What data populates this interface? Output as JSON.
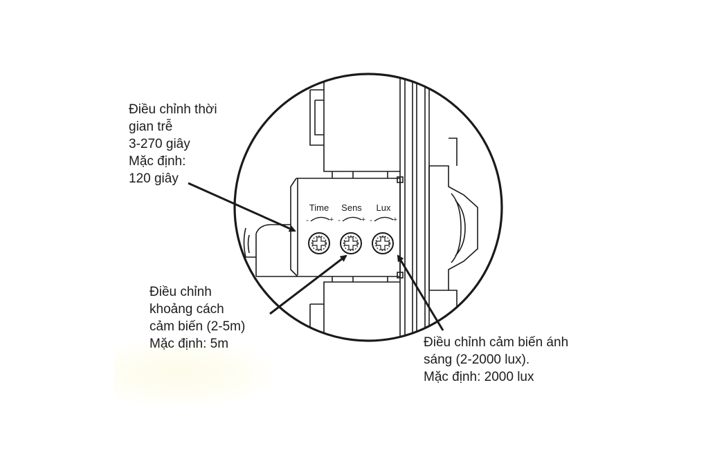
{
  "callouts": {
    "time": {
      "lines": [
        "Điều chỉnh thời",
        "gian trễ",
        "3-270 giây",
        "Mặc định:",
        "120 giây"
      ]
    },
    "sens": {
      "lines": [
        "Điều chỉnh",
        "khoảng cách",
        "cảm biến (2-5m)",
        "Mặc định: 5m"
      ]
    },
    "lux": {
      "lines": [
        "Điều chỉnh cảm biến ánh",
        "sáng (2-2000 lux).",
        "Mặc định: 2000 lux"
      ]
    }
  },
  "knobs": [
    {
      "label": "Time",
      "minus": "-",
      "plus": "+"
    },
    {
      "label": "Sens",
      "minus": "-",
      "plus": "+"
    },
    {
      "label": "Lux",
      "minus": "-",
      "plus": "+"
    }
  ],
  "colors": {
    "line": "#1a1a1a",
    "background": "#ffffff"
  }
}
